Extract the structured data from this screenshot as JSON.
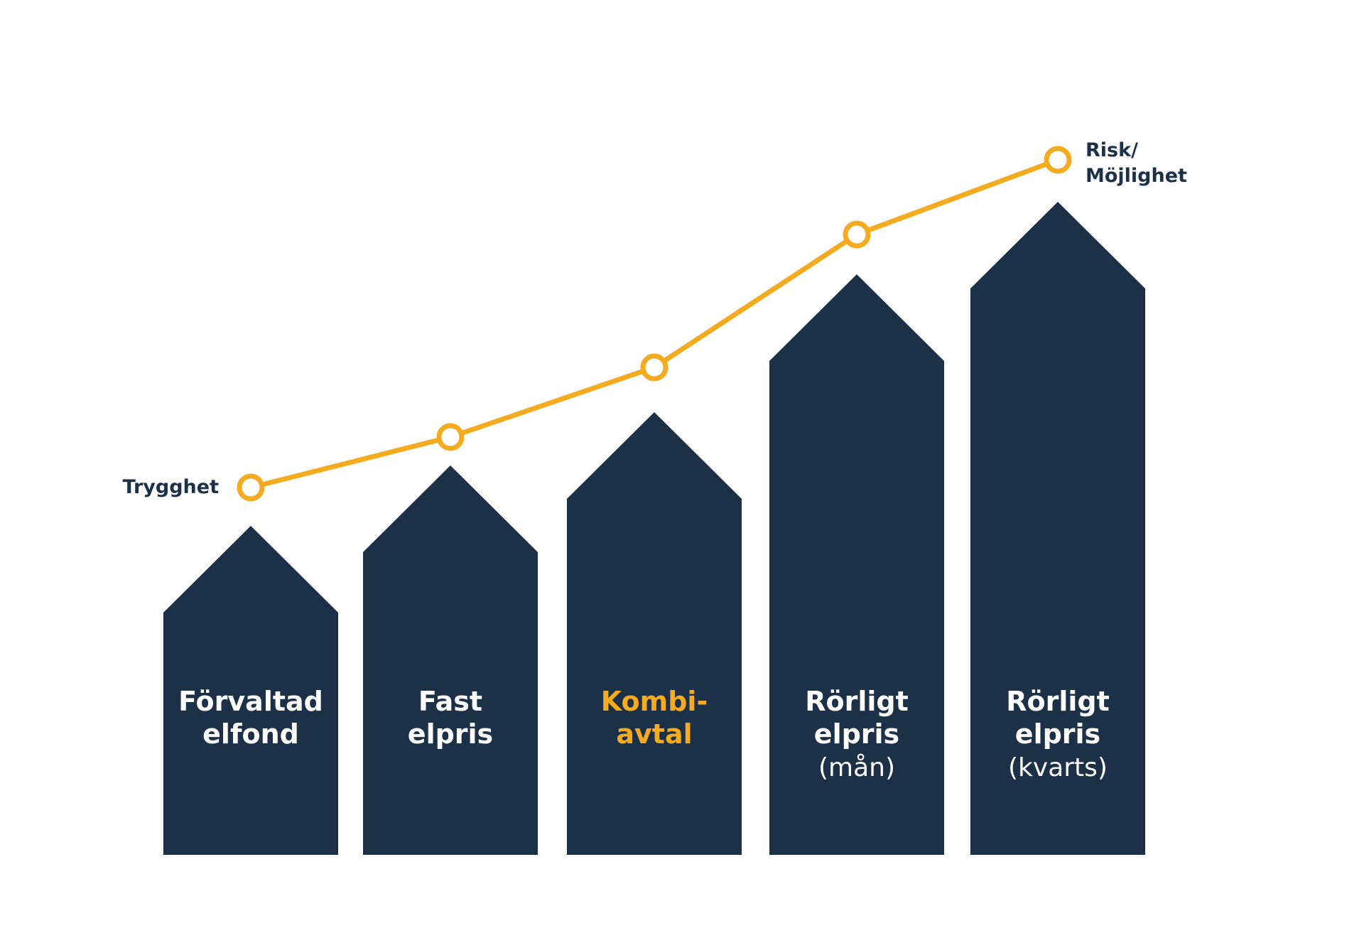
{
  "colors": {
    "bar": "#1c3047",
    "line": "#f4ab1f",
    "marker_fill": "#ffffff",
    "label": "#ffffff",
    "label_highlight": "#f4ab1f",
    "side_label": "#1c3047"
  },
  "start_label": "Trygghet",
  "end_label": [
    "Risk/",
    "Möjlighet"
  ],
  "line_points": [
    1,
    2,
    3,
    4,
    5
  ],
  "bars": [
    {
      "lines": [
        "Förvaltad",
        "elfond"
      ],
      "sub": "",
      "highlight": false
    },
    {
      "lines": [
        "Fast",
        "elpris"
      ],
      "sub": "",
      "highlight": false
    },
    {
      "lines": [
        "Kombi-",
        "avtal"
      ],
      "sub": "",
      "highlight": true
    },
    {
      "lines": [
        "Rörligt",
        "elpris"
      ],
      "sub": "(mån)",
      "highlight": false
    },
    {
      "lines": [
        "Rörligt",
        "elpris"
      ],
      "sub": "(kvarts)",
      "highlight": false
    }
  ]
}
